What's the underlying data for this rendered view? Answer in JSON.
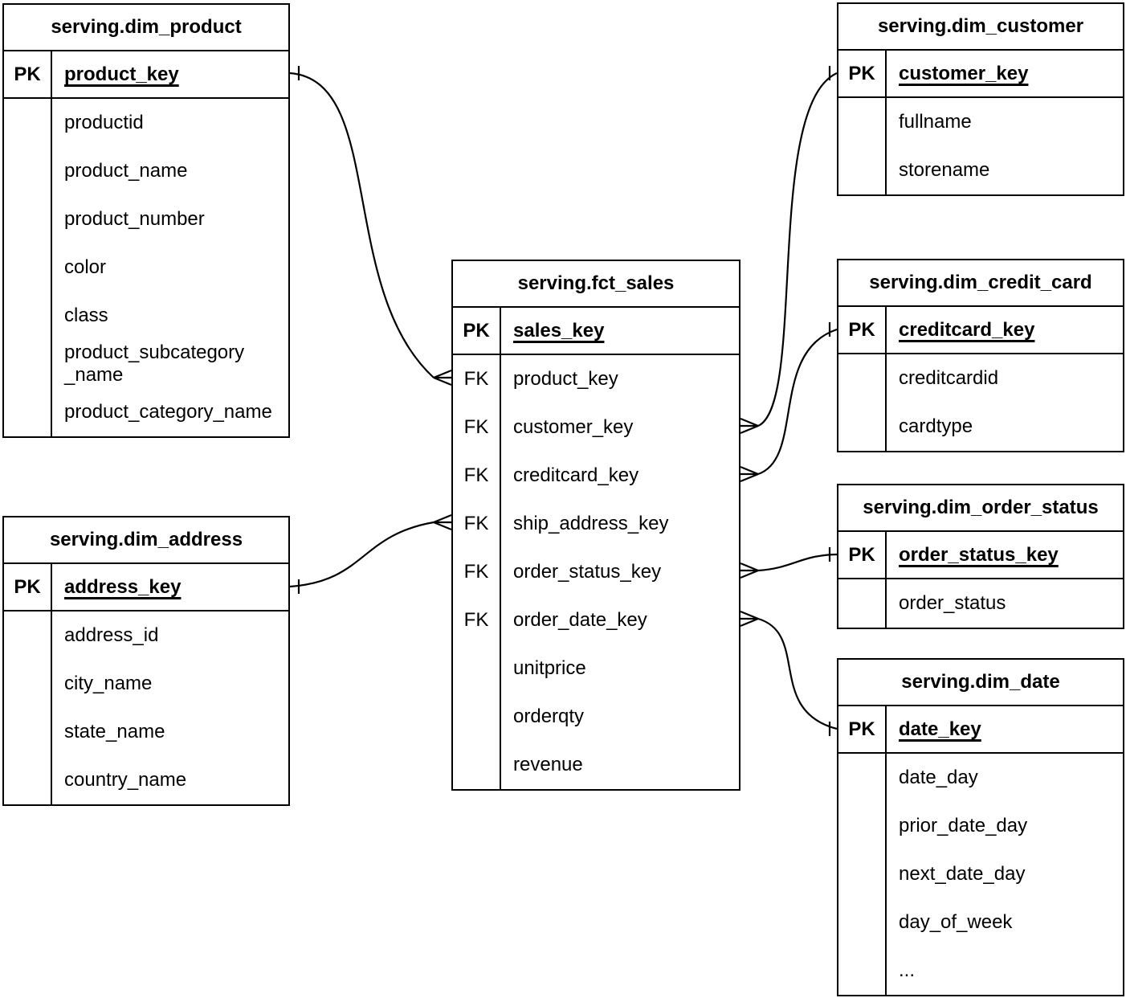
{
  "colors": {
    "background": "#ffffff",
    "stroke": "#000000",
    "text": "#000000"
  },
  "diagram": {
    "tables": [
      {
        "id": "dim_product",
        "title": "serving.dim_product",
        "key": {
          "badge": "PK",
          "name": "product_key"
        },
        "rows": [
          {
            "badge": "",
            "name": "productid"
          },
          {
            "badge": "",
            "name": "product_name"
          },
          {
            "badge": "",
            "name": "product_number"
          },
          {
            "badge": "",
            "name": "color"
          },
          {
            "badge": "",
            "name": "class"
          },
          {
            "badge": "",
            "name": "product_subcategory_name"
          },
          {
            "badge": "",
            "name": "product_category_name"
          }
        ]
      },
      {
        "id": "dim_customer",
        "title": "serving.dim_customer",
        "key": {
          "badge": "PK",
          "name": "customer_key"
        },
        "rows": [
          {
            "badge": "",
            "name": "fullname"
          },
          {
            "badge": "",
            "name": "storename"
          }
        ]
      },
      {
        "id": "fct_sales",
        "title": "serving.fct_sales",
        "key": {
          "badge": "PK",
          "name": "sales_key"
        },
        "rows": [
          {
            "badge": "FK",
            "name": "product_key"
          },
          {
            "badge": "FK",
            "name": "customer_key"
          },
          {
            "badge": "FK",
            "name": "creditcard_key"
          },
          {
            "badge": "FK",
            "name": "ship_address_key"
          },
          {
            "badge": "FK",
            "name": "order_status_key"
          },
          {
            "badge": "FK",
            "name": "order_date_key"
          },
          {
            "badge": "",
            "name": "unitprice"
          },
          {
            "badge": "",
            "name": "orderqty"
          },
          {
            "badge": "",
            "name": "revenue"
          }
        ]
      },
      {
        "id": "dim_credit_card",
        "title": "serving.dim_credit_card",
        "key": {
          "badge": "PK",
          "name": "creditcard_key"
        },
        "rows": [
          {
            "badge": "",
            "name": "creditcardid"
          },
          {
            "badge": "",
            "name": "cardtype"
          }
        ]
      },
      {
        "id": "dim_order_status",
        "title": "serving.dim_order_status",
        "key": {
          "badge": "PK",
          "name": "order_status_key"
        },
        "rows": [
          {
            "badge": "",
            "name": "order_status"
          }
        ]
      },
      {
        "id": "dim_date",
        "title": "serving.dim_date",
        "key": {
          "badge": "PK",
          "name": "date_key"
        },
        "rows": [
          {
            "badge": "",
            "name": "date_day"
          },
          {
            "badge": "",
            "name": "prior_date_day"
          },
          {
            "badge": "",
            "name": "next_date_day"
          },
          {
            "badge": "",
            "name": "day_of_week"
          },
          {
            "badge": "",
            "name": "..."
          }
        ]
      },
      {
        "id": "dim_address",
        "title": "serving.dim_address",
        "key": {
          "badge": "PK",
          "name": "address_key"
        },
        "rows": [
          {
            "badge": "",
            "name": "address_id"
          },
          {
            "badge": "",
            "name": "city_name"
          },
          {
            "badge": "",
            "name": "state_name"
          },
          {
            "badge": "",
            "name": "country_name"
          }
        ]
      }
    ],
    "relationships": [
      {
        "one": "serving.dim_product.product_key",
        "many": "serving.fct_sales.product_key"
      },
      {
        "one": "serving.dim_customer.customer_key",
        "many": "serving.fct_sales.customer_key"
      },
      {
        "one": "serving.dim_credit_card.creditcard_key",
        "many": "serving.fct_sales.creditcard_key"
      },
      {
        "one": "serving.dim_address.address_key",
        "many": "serving.fct_sales.ship_address_key"
      },
      {
        "one": "serving.dim_order_status.order_status_key",
        "many": "serving.fct_sales.order_status_key"
      },
      {
        "one": "serving.dim_date.date_key",
        "many": "serving.fct_sales.order_date_key"
      }
    ]
  }
}
